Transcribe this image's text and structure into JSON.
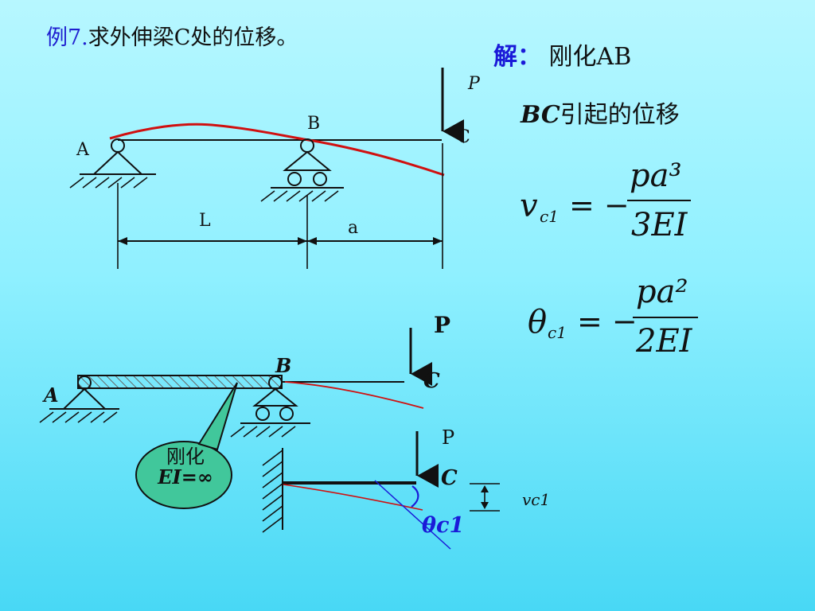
{
  "title": {
    "example_label": "例7.",
    "problem_text": "求外伸梁C处的位移。"
  },
  "solution": {
    "label": "解：",
    "step1": "刚化AB",
    "step2_prefix": "BC",
    "step2_suffix": "引起的位移"
  },
  "formulas": {
    "deflection": {
      "lhs": "v",
      "subscript": "c1",
      "equals_minus": "= −",
      "numerator": "pa³",
      "denominator": "3EI"
    },
    "rotation": {
      "lhs": "θ",
      "subscript": "c1",
      "equals_minus": "= −",
      "numerator": "pa²",
      "denominator": "2EI"
    }
  },
  "diagram_top": {
    "labels": {
      "a_support": "A",
      "b_support": "B",
      "c_end": "C",
      "load": "P",
      "span_l": "L",
      "span_a": "a"
    }
  },
  "diagram_bottom": {
    "labels": {
      "a_support": "A",
      "b_support": "B",
      "load": "P",
      "c_end": "C",
      "callout_line1": "刚化",
      "callout_line2": "EI=∞",
      "cantilever_load": "P",
      "cantilever_end": "C",
      "theta": "θc1",
      "vc1": "vc1"
    }
  },
  "colors": {
    "background_top": "#b7f7ff",
    "background_bottom": "#48d8f5",
    "accent_blue": "#1a1ad8",
    "deflection_red": "#d01010",
    "callout_green": "#41c79b"
  }
}
